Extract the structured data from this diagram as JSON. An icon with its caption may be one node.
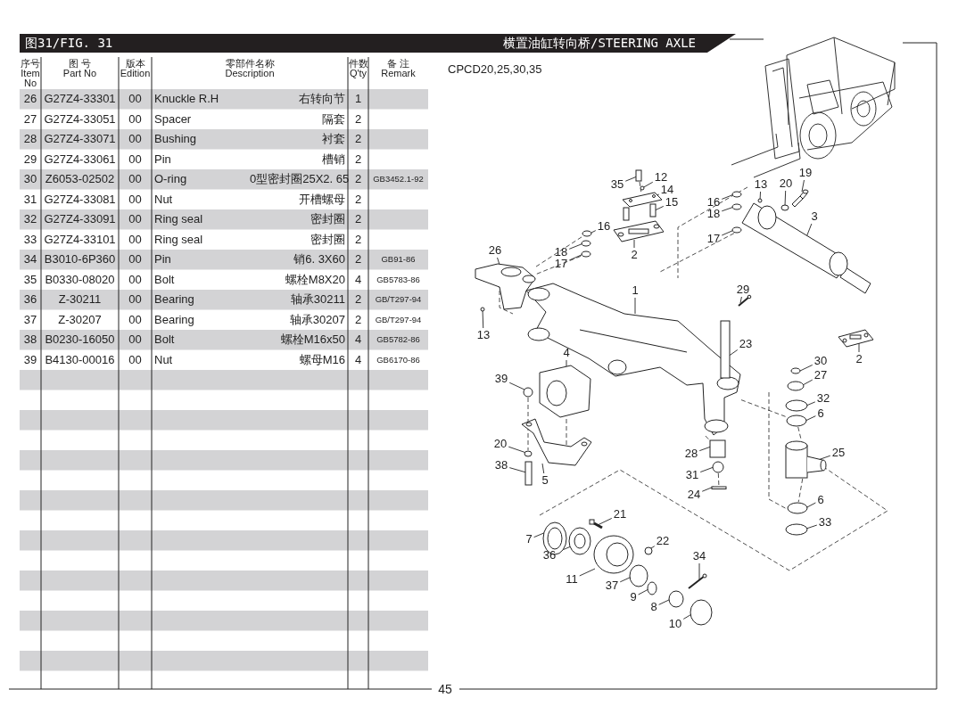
{
  "diagram": {
    "title": "横置油缸转向桥/STEERING AXLE",
    "nodes": [
      {
        "text": [
          "35"
        ]
      },
      {
        "text": [
          "12"
        ]
      },
      {
        "text": [
          "14"
        ]
      },
      {
        "text": [
          "15"
        ]
      },
      {
        "text": [
          "13"
        ]
      },
      {
        "text": [
          "20"
        ]
      },
      {
        "text": [
          "19"
        ]
      },
      {
        "text": [
          "16"
        ]
      },
      {
        "text": [
          "18"
        ]
      },
      {
        "text": [
          "3"
        ]
      },
      {
        "text": [
          "16"
        ]
      },
      {
        "text": [
          "17"
        ]
      },
      {
        "text": [
          "18"
        ]
      },
      {
        "text": [
          "26"
        ]
      },
      {
        "text": [
          "2"
        ]
      },
      {
        "text": [
          "17"
        ]
      },
      {
        "text": [
          "1"
        ]
      },
      {
        "text": [
          "29"
        ]
      },
      {
        "text": [
          "13"
        ]
      },
      {
        "text": [
          "23"
        ]
      },
      {
        "text": [
          "4"
        ]
      },
      {
        "text": [
          "30"
        ]
      },
      {
        "text": [
          "2"
        ]
      },
      {
        "text": [
          "27"
        ]
      },
      {
        "text": [
          "39"
        ]
      },
      {
        "text": [
          "32"
        ]
      },
      {
        "text": [
          "6"
        ]
      },
      {
        "text": [
          "20"
        ]
      },
      {
        "text": [
          "28"
        ]
      },
      {
        "text": [
          "25"
        ]
      },
      {
        "text": [
          "38"
        ]
      },
      {
        "text": [
          "31"
        ]
      },
      {
        "text": [
          "5"
        ]
      },
      {
        "text": [
          "24"
        ]
      },
      {
        "text": [
          "6"
        ]
      },
      {
        "text": [
          "21"
        ]
      },
      {
        "text": [
          "33"
        ]
      },
      {
        "text": [
          "7"
        ]
      },
      {
        "text": [
          "22"
        ]
      },
      {
        "text": [
          "36"
        ]
      },
      {
        "text": [
          "34"
        ]
      },
      {
        "text": [
          "11"
        ]
      },
      {
        "text": [
          "37"
        ]
      },
      {
        "text": [
          "9"
        ]
      },
      {
        "text": [
          "8"
        ]
      },
      {
        "text": [
          "10"
        ]
      },
      {
        "text": [],
        "shape": "box"
      },
      {
        "text": [],
        "shape": "circle"
      },
      {
        "text": [],
        "shape": "picture"
      },
      {
        "text": [],
        "shape": "picture"
      },
      {
        "text": [],
        "shape": "circle"
      },
      {
        "text": [],
        "shape": "circle"
      },
      {
        "text": [],
        "shape": "picture"
      },
      {
        "text": [],
        "shape": "circle"
      },
      {
        "text": [],
        "shape": "circle"
      },
      {
        "text": [],
        "shape": "picture"
      },
      {
        "text": [],
        "shape": "circle"
      },
      {
        "text": [],
        "shape": "circle"
      },
      {
        "text": [],
        "shape": "circle"
      },
      {
        "text": [],
        "shape": "picture"
      },
      {
        "text": [],
        "shape": "picture"
      },
      {
        "text": [],
        "shape": "circle"
      },
      {
        "text": [],
        "shape": "picture"
      },
      {
        "text": [],
        "shape": "picture"
      },
      {
        "text": [],
        "shape": "circle"
      },
      {
        "text": [],
        "shape": "box"
      },
      {
        "text": [],
        "shape": "picture"
      },
      {
        "text": [],
        "shape": "circle"
      },
      {
        "text": [],
        "shape": "picture"
      },
      {
        "text": [],
        "shape": "circle"
      },
      {
        "text": [],
        "shape": "circle"
      },
      {
        "text": [],
        "shape": "circle"
      },
      {
        "text": [],
        "shape": "circle"
      },
      {
        "text": [],
        "shape": "circle"
      },
      {
        "text": [],
        "shape": "box"
      },
      {
        "text": [],
        "shape": "picture"
      },
      {
        "text": [],
        "shape": "box"
      },
      {
        "text": [],
        "shape": "circle"
      },
      {
        "text": [],
        "shape": "picture"
      },
      {
        "text": [],
        "shape": "box"
      },
      {
        "text": [],
        "shape": "circle"
      },
      {
        "text": [],
        "shape": "picture"
      },
      {
        "text": [],
        "shape": "circle"
      },
      {
        "text": [],
        "shape": "picture"
      },
      {
        "text": [],
        "shape": "circle"
      },
      {
        "text": [],
        "shape": "picture"
      },
      {
        "text": [],
        "shape": "picture"
      },
      {
        "text": [],
        "shape": "picture"
      },
      {
        "text": [],
        "shape": "circle"
      },
      {
        "text": [],
        "shape": "circle"
      },
      {
        "text": [],
        "shape": "circle"
      },
      {
        "text": [],
        "shape": "circle"
      }
    ],
    "edges": [
      {
        "from": 0,
        "to": 46,
        "arrow": "none"
      },
      {
        "from": 1,
        "to": 47,
        "arrow": "none"
      },
      {
        "from": 2,
        "to": 48,
        "arrow": "none"
      },
      {
        "from": 3,
        "to": 49,
        "arrow": "none"
      },
      {
        "from": 4,
        "to": 50,
        "arrow": "none"
      },
      {
        "from": 5,
        "to": 51,
        "arrow": "none"
      },
      {
        "from": 6,
        "to": 52,
        "arrow": "none"
      },
      {
        "from": 7,
        "to": 53,
        "arrow": "none"
      },
      {
        "from": 8,
        "to": 54,
        "arrow": "none"
      },
      {
        "from": 9,
        "to": 55,
        "arrow": "none"
      },
      {
        "from": 10,
        "to": 56,
        "arrow": "none"
      },
      {
        "from": 11,
        "to": 57,
        "arrow": "none"
      },
      {
        "from": 12,
        "to": 58,
        "arrow": "none"
      },
      {
        "from": 13,
        "to": 59,
        "arrow": "none"
      },
      {
        "from": 14,
        "to": 60,
        "arrow": "none"
      },
      {
        "from": 15,
        "to": 61,
        "arrow": "none"
      },
      {
        "from": 16,
        "to": 62,
        "arrow": "none"
      },
      {
        "from": 17,
        "to": 63,
        "arrow": "none"
      },
      {
        "from": 18,
        "to": 64,
        "arrow": "none"
      },
      {
        "from": 19,
        "to": 65,
        "arrow": "none"
      },
      {
        "from": 20,
        "to": 66,
        "arrow": "none"
      },
      {
        "from": 21,
        "to": 67,
        "arrow": "none"
      },
      {
        "from": 22,
        "to": 68,
        "arrow": "none"
      },
      {
        "from": 23,
        "to": 69,
        "arrow": "none"
      },
      {
        "from": 24,
        "to": 70,
        "arrow": "none"
      },
      {
        "from": 25,
        "to": 71,
        "arrow": "none"
      },
      {
        "from": 26,
        "to": 72,
        "arrow": "none"
      },
      {
        "from": 27,
        "to": 73,
        "arrow": "none"
      },
      {
        "from": 28,
        "to": 74,
        "arrow": "none"
      },
      {
        "from": 29,
        "to": 75,
        "arrow": "none"
      },
      {
        "from": 30,
        "to": 76,
        "arrow": "none"
      },
      {
        "from": 31,
        "to": 77,
        "arrow": "none"
      },
      {
        "from": 32,
        "to": 78,
        "arrow": "none"
      },
      {
        "from": 33,
        "to": 79,
        "arrow": "none"
      },
      {
        "from": 34,
        "to": 80,
        "arrow": "none"
      },
      {
        "from": 35,
        "to": 81,
        "arrow": "none"
      },
      {
        "from": 36,
        "to": 82,
        "arrow": "none"
      },
      {
        "from": 37,
        "to": 83,
        "arrow": "none"
      },
      {
        "from": 38,
        "to": 84,
        "arrow": "none"
      },
      {
        "from": 39,
        "to": 85,
        "arrow": "none"
      },
      {
        "from": 40,
        "to": 86,
        "arrow": "none"
      },
      {
        "from": 41,
        "to": 87,
        "arrow": "none"
      },
      {
        "from": 42,
        "to": 88,
        "arrow": "none"
      },
      {
        "from": 43,
        "to": 89,
        "arrow": "none"
      },
      {
        "from": 44,
        "to": 90,
        "arrow": "none"
      },
      {
        "from": 45,
        "to": 91,
        "arrow": "none"
      },
      {
        "from": 46,
        "to": 48,
        "arrow": "none",
        "style": "dashed"
      },
      {
        "from": 56,
        "to": 59,
        "arrow": "none",
        "style": "dashed"
      },
      {
        "from": 61,
        "to": 59,
        "arrow": "none",
        "style": "dashed"
      },
      {
        "from": 70,
        "to": 73,
        "arrow": "none",
        "style": "dashed"
      },
      {
        "from": 62,
        "to": 74,
        "arrow": "none",
        "style": "dashed"
      },
      {
        "from": 77,
        "to": 79,
        "arrow": "none",
        "style": "dashed"
      },
      {
        "from": 62,
        "to": 72,
        "arrow": "none",
        "style": "dashed"
      },
      {
        "from": 72,
        "to": 75,
        "arrow": "none",
        "style": "dashed"
      },
      {
        "from": 75,
        "to": 80,
        "arrow": "none",
        "style": "dashed"
      }
    ],
    "labels": [
      "图31/FIG. 31",
      "CPCD20,25,30,35",
      "序号",
      "Item No",
      "图 号",
      "Part No",
      "版本",
      "Edition",
      "零部件名称",
      "Description",
      "件数",
      "Q'ty",
      "备 注",
      "Remark",
      "26",
      "G27Z4-33301",
      "00",
      "Knuckle R.H",
      "右转向节",
      "1",
      "27",
      "G27Z4-33051",
      "00",
      "Spacer",
      "隔套",
      "2",
      "28",
      "G27Z4-33071",
      "00",
      "Bushing",
      "衬套",
      "2",
      "29",
      "G27Z4-33061",
      "00",
      "Pin",
      "槽销",
      "2",
      "30",
      "Z6053-02502",
      "00",
      "O-ring",
      "0型密封圈25X2. 65",
      "2",
      "GB3452.1-92",
      "31",
      "G27Z4-33081",
      "00",
      "Nut",
      "开槽螺母",
      "2",
      "32",
      "G27Z4-33091",
      "00",
      "Ring seal",
      "密封圈",
      "2",
      "33",
      "G27Z4-33101",
      "00",
      "Ring seal",
      "密封圈",
      "2",
      "34",
      "B3010-6P360",
      "00",
      "Pin",
      "销6. 3X60",
      "2",
      "GB91-86",
      "35",
      "B0330-08020",
      "00",
      "Bolt",
      "螺栓M8X20",
      "4",
      "GB5783-86",
      "36",
      "Z-30211",
      "00",
      "Bearing",
      "轴承30211",
      "2",
      "GB/T297-94",
      "37",
      "Z-30207",
      "00",
      "Bearing",
      "轴承30207",
      "2",
      "GB/T297-94",
      "38",
      "B0230-16050",
      "00",
      "Bolt",
      "螺栓M16x50",
      "4",
      "GB5782-86",
      "39",
      "B4130-00016",
      "00",
      "Nut",
      "螺母M16",
      "4",
      "GB6170-86",
      "45"
    ]
  }
}
